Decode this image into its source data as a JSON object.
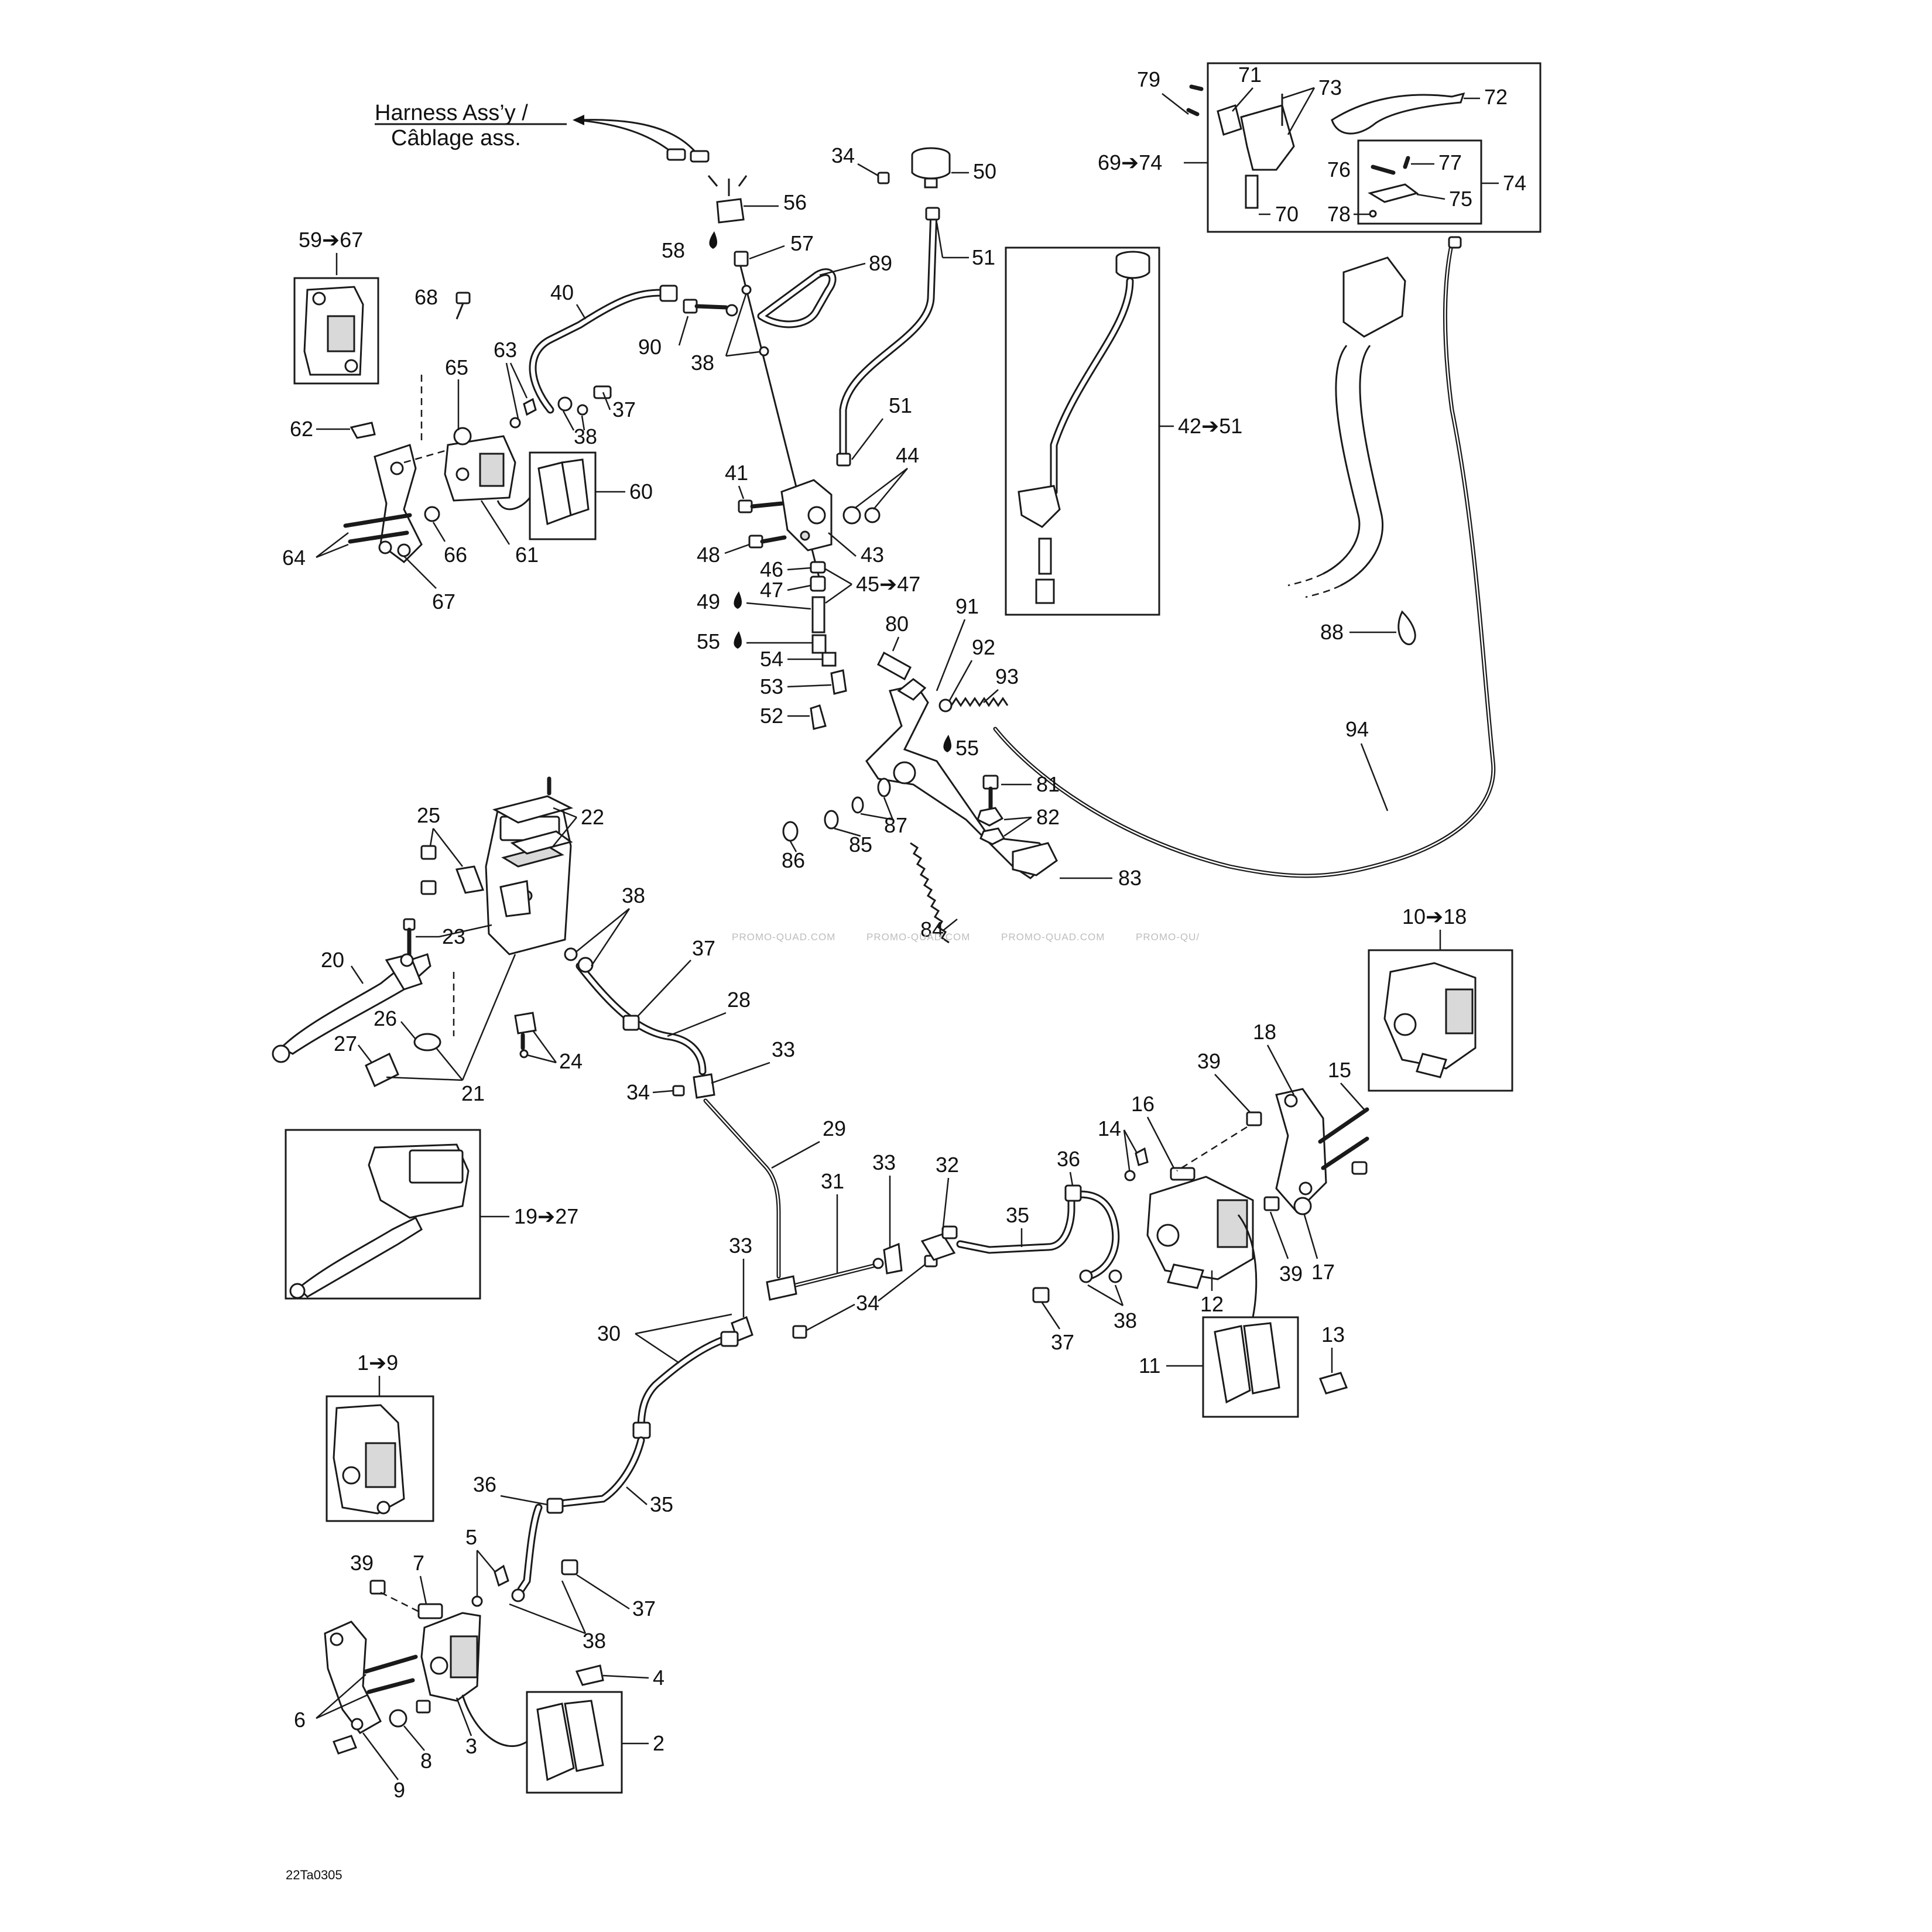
{
  "harness": {
    "line1": "Harness Ass’y /",
    "line2": "Câblage ass."
  },
  "watermark": [
    "PROMO-QUAD.COM",
    "PROMO-QUAD.COM",
    "PROMO-QUAD.COM",
    "PROMO-QU/"
  ],
  "figure_code": "22Ta0305",
  "callouts": {
    "c1_9": "1➔9",
    "c2": "2",
    "c3": "3",
    "c4": "4",
    "c5": "5",
    "c6": "6",
    "c7": "7",
    "c8": "8",
    "c9": "9",
    "c10_18": "10➔18",
    "c11": "11",
    "c12": "12",
    "c13": "13",
    "c14": "14",
    "c15": "15",
    "c16": "16",
    "c17": "17",
    "c18": "18",
    "c19_27": "19➔27",
    "c20": "20",
    "c21": "21",
    "c22": "22",
    "c23": "23",
    "c24": "24",
    "c25": "25",
    "c26": "26",
    "c27": "27",
    "c28": "28",
    "c29": "29",
    "c30": "30",
    "c31": "31",
    "c32": "32",
    "c33a": "33",
    "c33b": "33",
    "c33c": "33",
    "c34a": "34",
    "c34b": "34",
    "c34c": "34",
    "c35a": "35",
    "c35b": "35",
    "c36a": "36",
    "c36b": "36",
    "c37a": "37",
    "c37b": "37",
    "c37c": "37",
    "c37d": "37",
    "c38a": "38",
    "c38b": "38",
    "c38c": "38",
    "c38d": "38",
    "c38e": "38",
    "c39a": "39",
    "c39b": "39",
    "c39c": "39",
    "c40": "40",
    "c41": "41",
    "c42_51": "42➔51",
    "c43": "43",
    "c44": "44",
    "c45_47": "45➔47",
    "c46": "46",
    "c47": "47",
    "c48": "48",
    "c49": "49",
    "c50": "50",
    "c51a": "51",
    "c51b": "51",
    "c52": "52",
    "c53": "53",
    "c54": "54",
    "c55a": "55",
    "c55b": "55",
    "c56": "56",
    "c57": "57",
    "c58": "58",
    "c59_67": "59➔67",
    "c60": "60",
    "c61": "61",
    "c62": "62",
    "c63": "63",
    "c64": "64",
    "c65": "65",
    "c66": "66",
    "c67": "67",
    "c68": "68",
    "c69_74": "69➔74",
    "c70": "70",
    "c71": "71",
    "c72": "72",
    "c73": "73",
    "c74": "74",
    "c75": "75",
    "c76": "76",
    "c77": "77",
    "c78": "78",
    "c79": "79",
    "c80": "80",
    "c81": "81",
    "c82": "82",
    "c83": "83",
    "c84": "84",
    "c85": "85",
    "c86": "86",
    "c87": "87",
    "c88": "88",
    "c89": "89",
    "c90": "90",
    "c91": "91",
    "c92": "92",
    "c93": "93",
    "c94": "94"
  }
}
